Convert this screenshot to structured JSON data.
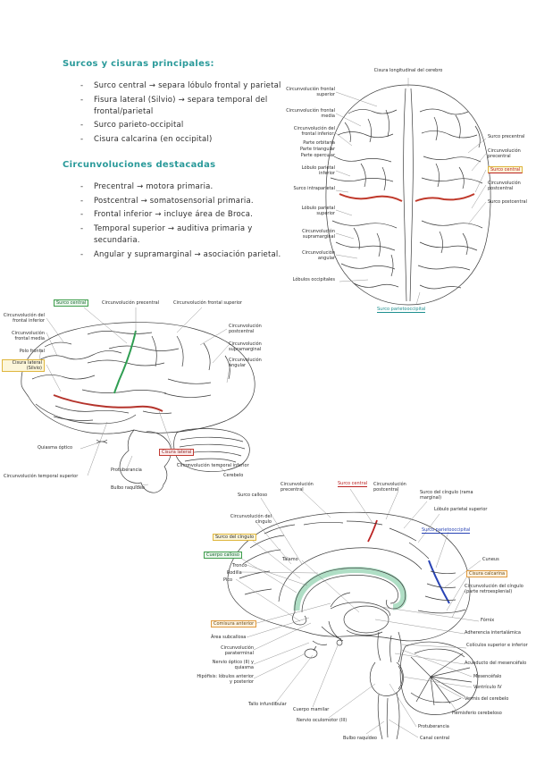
{
  "notes": {
    "heading_sulci": "Surcos y cisuras principales:",
    "sulci_bullets": [
      "Surco central → separa lóbulo frontal y parietal",
      "Fisura lateral (Silvio) → separa temporal del frontal/parietal",
      "Surco parieto-occipital",
      "Cisura calcarina (en occipital)"
    ],
    "heading_gyri": "Circunvoluciones destacadas",
    "gyri_bullets": [
      "Precentral → motora primaria.",
      "Postcentral → somatosensorial primaria.",
      "Frontal inferior → incluye área de Broca.",
      "Temporal superior → auditiva primaria y secundaria.",
      "Angular y supramarginal → asociación parietal."
    ]
  },
  "dorsal": {
    "top_label": "Cisura longitudinal del cerebro",
    "left_labels": [
      "Circunvolución frontal superior",
      "Circunvolución frontal media",
      "Circunvolución del frontal inferior:",
      "Parte orbitaria",
      "Parte triangular",
      "Parte opercular",
      "Lóbulo parietal inferior",
      "Surco intraparietal",
      "Lóbulo parietal superior",
      "Circunvolución supramarginal",
      "Circunvolución angular",
      "Lóbulos occipitales"
    ],
    "right_labels": [
      "Surco precentral",
      "Circunvolución precentral",
      "Surco central",
      "Circunvolución postcentral",
      "Surco postcentral"
    ],
    "bottom_label": "Surco parietooccipital"
  },
  "lateral": {
    "top_labels": [
      "Surco central",
      "Circunvolución precentral",
      "Circunvolución frontal superior"
    ],
    "left_labels": [
      "Circunvolución del frontal inferior",
      "Circunvolución frontal media",
      "Polo frontal",
      "Cisura lateral (Silvio)"
    ],
    "right_labels": [
      "Circunvolución postcentral",
      "Circunvolución supramarginal",
      "Circunvolución angular"
    ],
    "bottom_labels": [
      "Quiasma óptico",
      "Cisura lateral",
      "Circunvolución temporal inferior",
      "Protuberancia",
      "Circunvolución temporal superior",
      "Bulbo raquídeo",
      "Cerebelo"
    ]
  },
  "medial": {
    "top_labels": [
      "Surco calloso",
      "Circunvolución precentral",
      "Surco central",
      "Circunvolución postcentral",
      "Surco del cíngulo (rama marginal)",
      "Lóbulo parietal superior"
    ],
    "left_upper_labels": [
      "Circunvolución del cíngulo",
      "Surco del cíngulo",
      "Cuerpo calloso",
      "Tronco",
      "Rodilla",
      "Pico",
      "Tálamo"
    ],
    "left_lower_labels": [
      "Comisura anterior",
      "Área subcallosa",
      "Circunvolución paraterminal",
      "Nervio óptico (II) y quiasma",
      "Hipófisis: lóbulos anterior y posterior",
      "Tallo infundibular",
      "Cuerpo mamilar",
      "Nervio oculomotor (III)",
      "Bulbo raquídeo"
    ],
    "right_labels": [
      "Surco parietooccipital",
      "Cuneus",
      "Cisura calcarina",
      "Circunvolución del cíngulo (parte retroesplenial)",
      "Fórnix",
      "Adherencia intertalámica",
      "Colículos superior e inferior",
      "Acueducto del mesencéfalo",
      "Mesencéfalo",
      "Ventrículo IV",
      "Vermis del cerebelo",
      "Hemisferio cerebeloso",
      "Protuberancia",
      "Canal central"
    ]
  },
  "colors": {
    "heading_teal": "#2a9a9a",
    "central_sulcus_red": "#c0392b",
    "central_sulcus_green": "#2f9e52",
    "parietooccipital_blue": "#2843b5",
    "corpus_callosum_green": "#3aa66f",
    "highlight_yellow": "#dfb63e"
  }
}
